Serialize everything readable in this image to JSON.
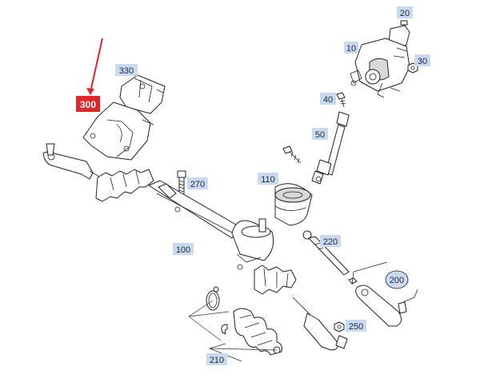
{
  "colors": {
    "label_bg": "#c9d9ef",
    "highlight_bg": "#e0262b",
    "arrow": "#e0262b",
    "line": "#222222"
  },
  "callouts": {
    "p20": "20",
    "p10": "10",
    "p30": "30",
    "p330": "330",
    "p300": "300",
    "p40": "40",
    "p50": "50",
    "p110": "110",
    "p270": "270",
    "p220": "220",
    "p100": "100",
    "p200": "200",
    "p250": "250",
    "p210": "210"
  }
}
